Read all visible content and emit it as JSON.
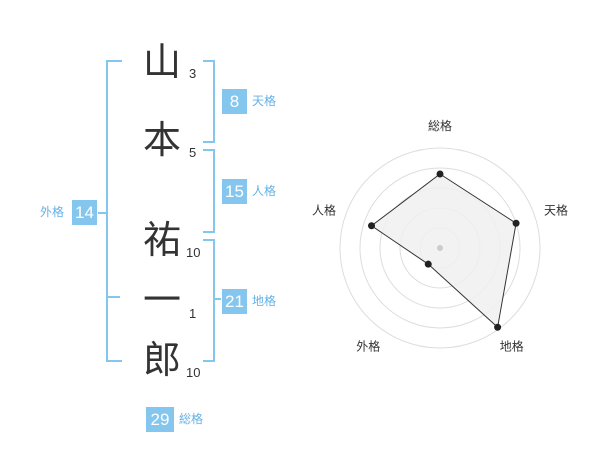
{
  "name": {
    "chars": [
      "山",
      "本",
      "祐",
      "一",
      "郎"
    ],
    "strokes": [
      "3",
      "5",
      "10",
      "1",
      "10"
    ]
  },
  "fortune": {
    "tenkaku": {
      "value": "8",
      "label": "天格"
    },
    "jinkaku": {
      "value": "15",
      "label": "人格"
    },
    "chikaku": {
      "value": "21",
      "label": "地格"
    },
    "gaikaku": {
      "value": "14",
      "label": "外格"
    },
    "soukaku": {
      "value": "29",
      "label": "総格"
    }
  },
  "colors": {
    "accent": "#85c6ef",
    "label_text": "#65b1e6",
    "text": "#333333"
  },
  "chart_data": {
    "type": "radar",
    "axes": [
      "総格",
      "天格",
      "地格",
      "外格",
      "人格"
    ],
    "max": 5,
    "values": [
      3.7,
      4.0,
      4.9,
      1.0,
      3.6
    ],
    "rings": 5,
    "fill": "#f0f0f0",
    "line": "#333333"
  }
}
